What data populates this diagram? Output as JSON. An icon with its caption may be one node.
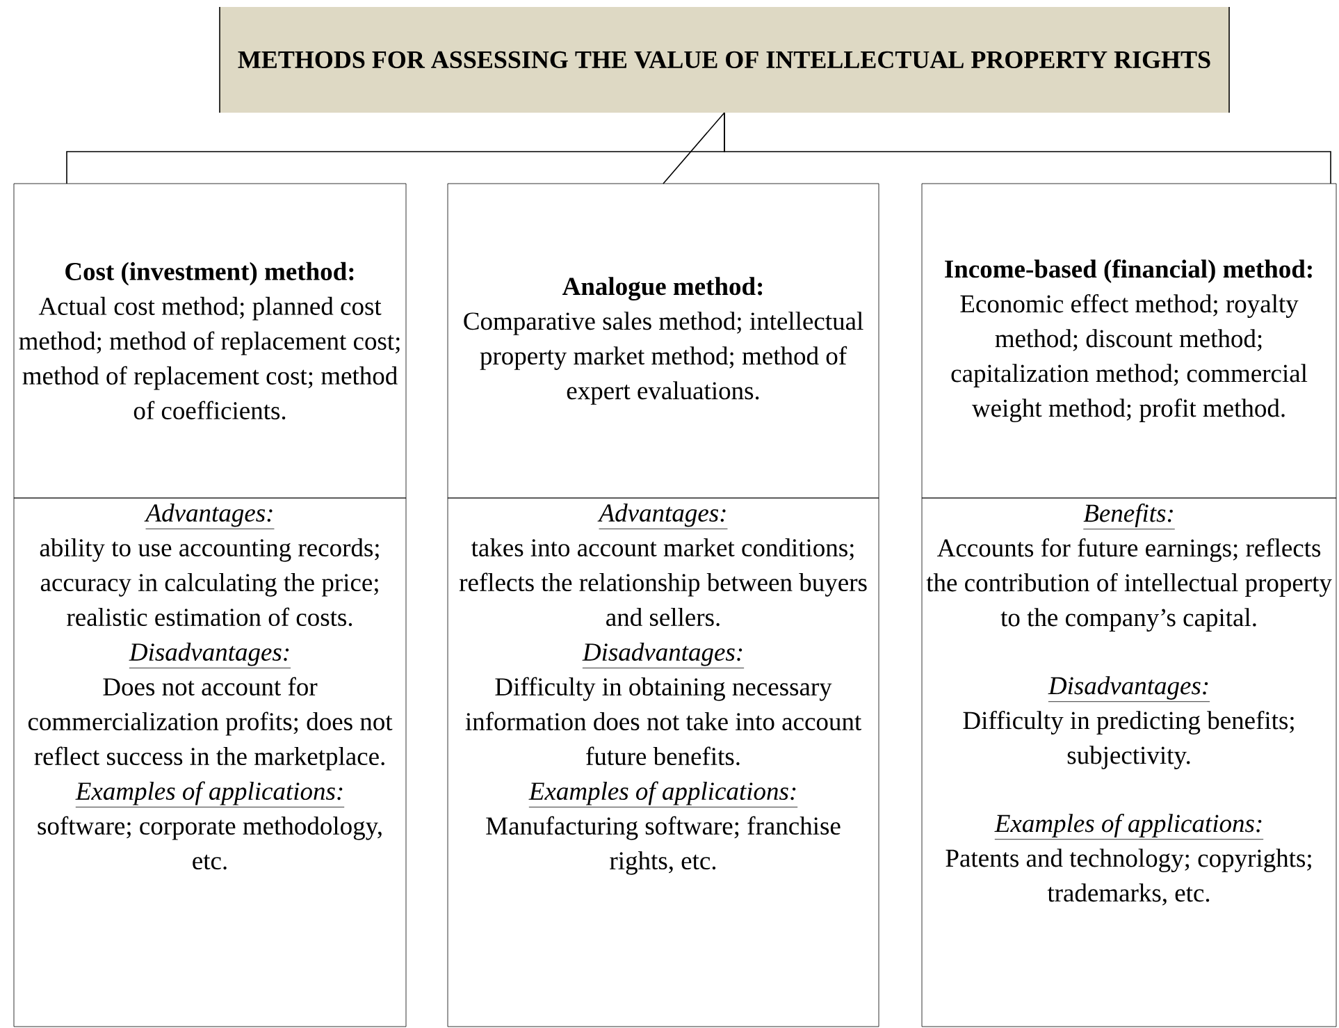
{
  "diagram": {
    "nodes": [
      {
        "text": [
          "METHODS FOR ASSESSING THE VALUE OF INTELLECTUAL PROPERTY RIGHTS"
        ]
      },
      {
        "text": [
          "Cost (investment) method:",
          "Actual cost method; planned cost method; method of replacement cost; method of replacement cost; method of coefficients."
        ]
      },
      {
        "text": [
          "Analogue method:",
          "Comparative sales method; intellectual property market method; method of expert evaluations."
        ]
      },
      {
        "text": [
          "Income-based (financial) method:",
          "Economic effect method; royalty method; discount method; capitalization method; commercial weight method; profit method."
        ]
      },
      {
        "text": [
          "Advantages:",
          "ability to use accounting records; accuracy in calculating the price; realistic estimation of costs.",
          "Disadvantages:",
          "Does not account for commercialization profits; does not reflect success in the marketplace.",
          "Examples of applications:",
          "software; corporate methodology, etc."
        ]
      },
      {
        "text": [
          "Advantages:",
          "takes into account market conditions; reflects the relationship between buyers and sellers.",
          "Disadvantages:",
          "Difficulty in obtaining necessary information does not take into account future benefits.",
          "Examples of applications:",
          "Manufacturing software; franchise rights, etc."
        ]
      },
      {
        "text": [
          "Benefits:",
          "Accounts for future earnings; reflects the contribution of intellectual property to the company’s capital.",
          "Disadvantages:",
          "Difficulty in predicting benefits; subjectivity.",
          "Examples of applications:",
          "Patents and technology; copyrights; trademarks, etc."
        ]
      }
    ],
    "edges": [
      {
        "from": 0,
        "to": 1,
        "arrow": "none"
      },
      {
        "from": 0,
        "to": 2,
        "arrow": "none"
      },
      {
        "from": 0,
        "to": 3,
        "arrow": "none"
      }
    ]
  }
}
